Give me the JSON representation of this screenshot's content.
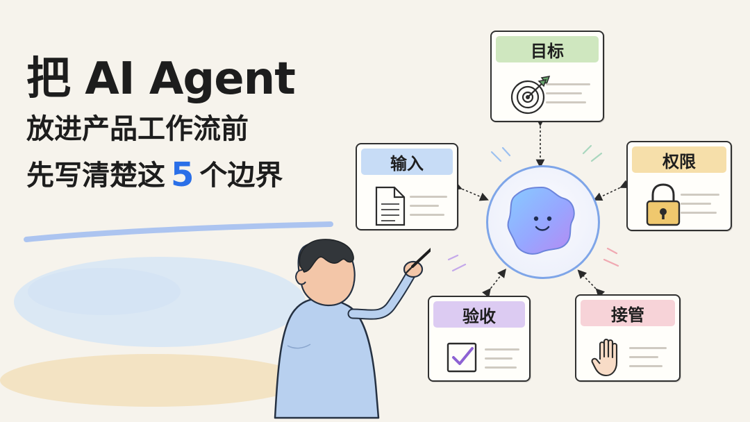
{
  "title": {
    "line1": "把 AI Agent",
    "line2": "放进产品工作流前",
    "line3_prefix": "先写清楚这",
    "line3_number": "5",
    "line3_suffix": "个边界"
  },
  "cards": {
    "goal": {
      "label": "目标",
      "icon": "target-icon",
      "header_color": "#cfe7bf"
    },
    "input": {
      "label": "输入",
      "icon": "document-icon",
      "header_color": "#c7dcf6"
    },
    "permission": {
      "label": "权限",
      "icon": "lock-icon",
      "header_color": "#f6dfaa"
    },
    "acceptance": {
      "label": "验收",
      "icon": "checkbox-icon",
      "header_color": "#dccbf2"
    },
    "takeover": {
      "label": "接管",
      "icon": "hand-icon",
      "header_color": "#f7d3d8"
    }
  },
  "colors": {
    "accent_blue": "#2a6fe8",
    "hub_blue": "#7ea5e8",
    "ink": "#1d1d1d",
    "paper": "#f6f3ec"
  }
}
